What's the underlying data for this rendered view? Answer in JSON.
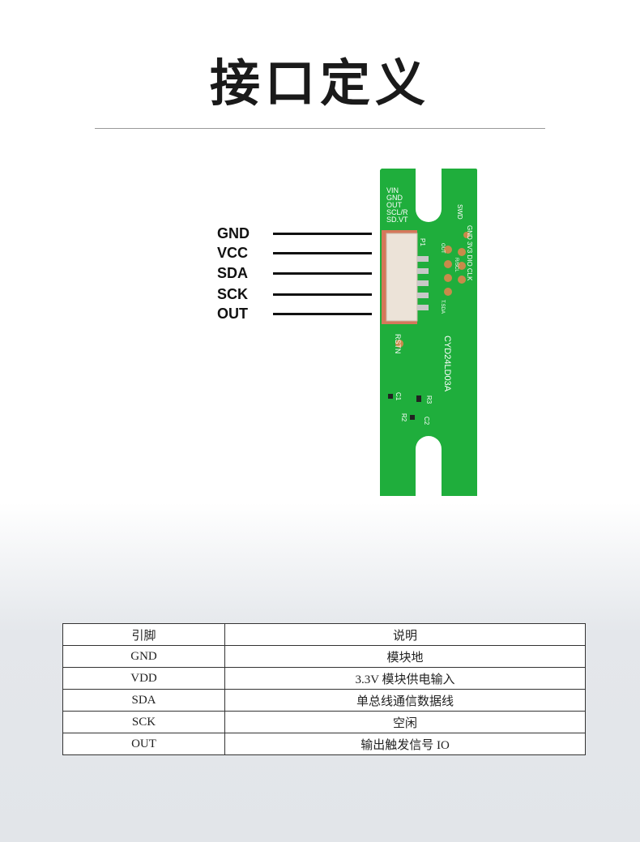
{
  "title": "接口定义",
  "pins": [
    "GND",
    "VCC",
    "SDA",
    "SCK",
    "OUT"
  ],
  "pcb": {
    "pin_labels": [
      "VIN",
      "GND",
      "OUT",
      "SCL/R",
      "SD.VT"
    ],
    "connector": "P1",
    "swd": "SWD",
    "swd_pins": "GND 3V3 DIO CLK",
    "pad_labels": [
      "OUT",
      "R/SCL",
      "T.SDA"
    ],
    "rstn": "RSTN",
    "model": "CYD24LD03A",
    "parts": [
      "C1",
      "R3",
      "R2",
      "C2"
    ],
    "colors": {
      "board": "#1fae3c",
      "pad": "#c98a4a",
      "connector": "#e8dcd0"
    }
  },
  "table": {
    "headers": [
      "引脚",
      "说明"
    ],
    "rows": [
      [
        "GND",
        "模块地"
      ],
      [
        "VDD",
        "3.3V 模块供电输入"
      ],
      [
        "SDA",
        "单总线通信数据线"
      ],
      [
        "SCK",
        "空闲"
      ],
      [
        "OUT",
        "输出触发信号 IO"
      ]
    ]
  }
}
